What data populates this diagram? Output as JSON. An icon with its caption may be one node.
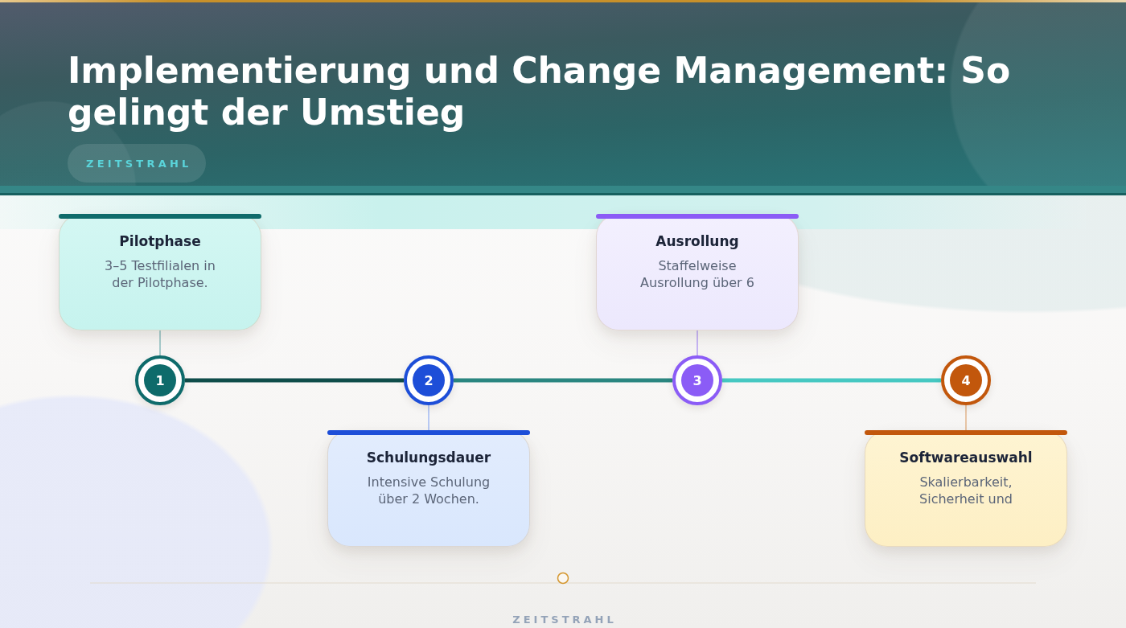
{
  "diagram": {
    "title": "Implementierung und Change Management: So gelingt der Umstieg",
    "nodes": [
      {
        "text": [
          "Pilotphase",
          "3–5 Testfilialen in der Pilotphase."
        ]
      },
      {
        "text": [
          "1"
        ]
      },
      {
        "text": [
          "2"
        ]
      },
      {
        "text": [
          "Schulungsdauer",
          "Intensive Schulung über 2 Wochen."
        ]
      },
      {
        "text": [
          "Ausrollung",
          "Staffelweise Ausrollung über 6"
        ]
      },
      {
        "text": [
          "3"
        ]
      },
      {
        "text": [
          "4"
        ]
      },
      {
        "text": [
          "Softwareauswahl",
          "Skalierbarkeit, Sicherheit und"
        ]
      }
    ],
    "edges": [
      {
        "from": 0,
        "to": 1,
        "arrow": "none",
        "color": "#8dbfc0"
      },
      {
        "from": 1,
        "to": 2,
        "arrow": "none",
        "style": "thick",
        "color": "#0f4d4a"
      },
      {
        "from": 2,
        "to": 3,
        "arrow": "none",
        "color": "#a3baf3"
      },
      {
        "from": 4,
        "to": 5,
        "arrow": "none",
        "color": "#b7a0f6"
      },
      {
        "from": 2,
        "to": 5,
        "arrow": "none",
        "style": "thick",
        "color": "#2a8680"
      },
      {
        "from": 5,
        "to": 6,
        "arrow": "none",
        "style": "thick",
        "color": "#46c8c2"
      },
      {
        "from": 6,
        "to": 7,
        "arrow": "none",
        "color": "#e2b48c"
      }
    ],
    "labels": [
      "ZEITSTRAHL",
      "ZEITSTRAHL"
    ]
  }
}
